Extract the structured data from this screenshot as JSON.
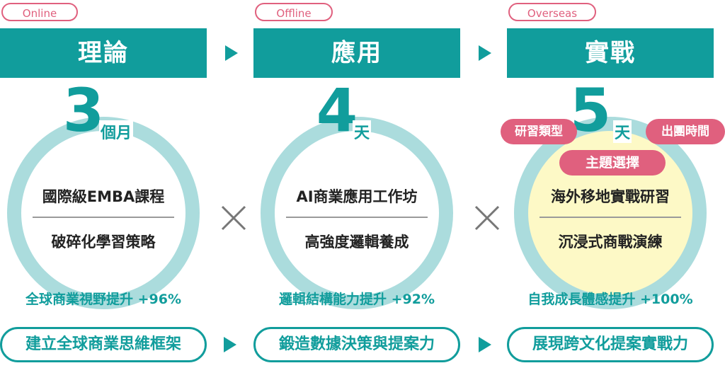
{
  "stages": [
    {
      "mode": "Online",
      "title": "理論",
      "number": "3",
      "unit": "個月",
      "line1": "國際級EMBA課程",
      "line2": "破碎化學習策略",
      "stat": "全球商業視野提升 +96%",
      "outcome": "建立全球商業思維框架"
    },
    {
      "mode": "Offline",
      "title": "應用",
      "number": "4",
      "unit": "天",
      "line1": "AI商業應用工作坊",
      "line2": "高強度邏輯養成",
      "stat": "邏輯結構能力提升 +92%",
      "outcome": "鍛造數據決策與提案力"
    },
    {
      "mode": "Overseas",
      "title": "實戰",
      "number": "5",
      "unit": "天",
      "line1": "海外移地實戰研習",
      "line2": "沉浸式商戰演練",
      "stat": "自我成長體感提升 +100%",
      "outcome": "展現跨文化提案實戰力"
    }
  ],
  "tags": {
    "type": "研習類型",
    "time": "出團時間",
    "theme": "主題選擇"
  },
  "colors": {
    "teal": "#119d9c",
    "ring": "#abdcdd",
    "pink": "#e0607e",
    "highlight": "#fdf9c6"
  }
}
